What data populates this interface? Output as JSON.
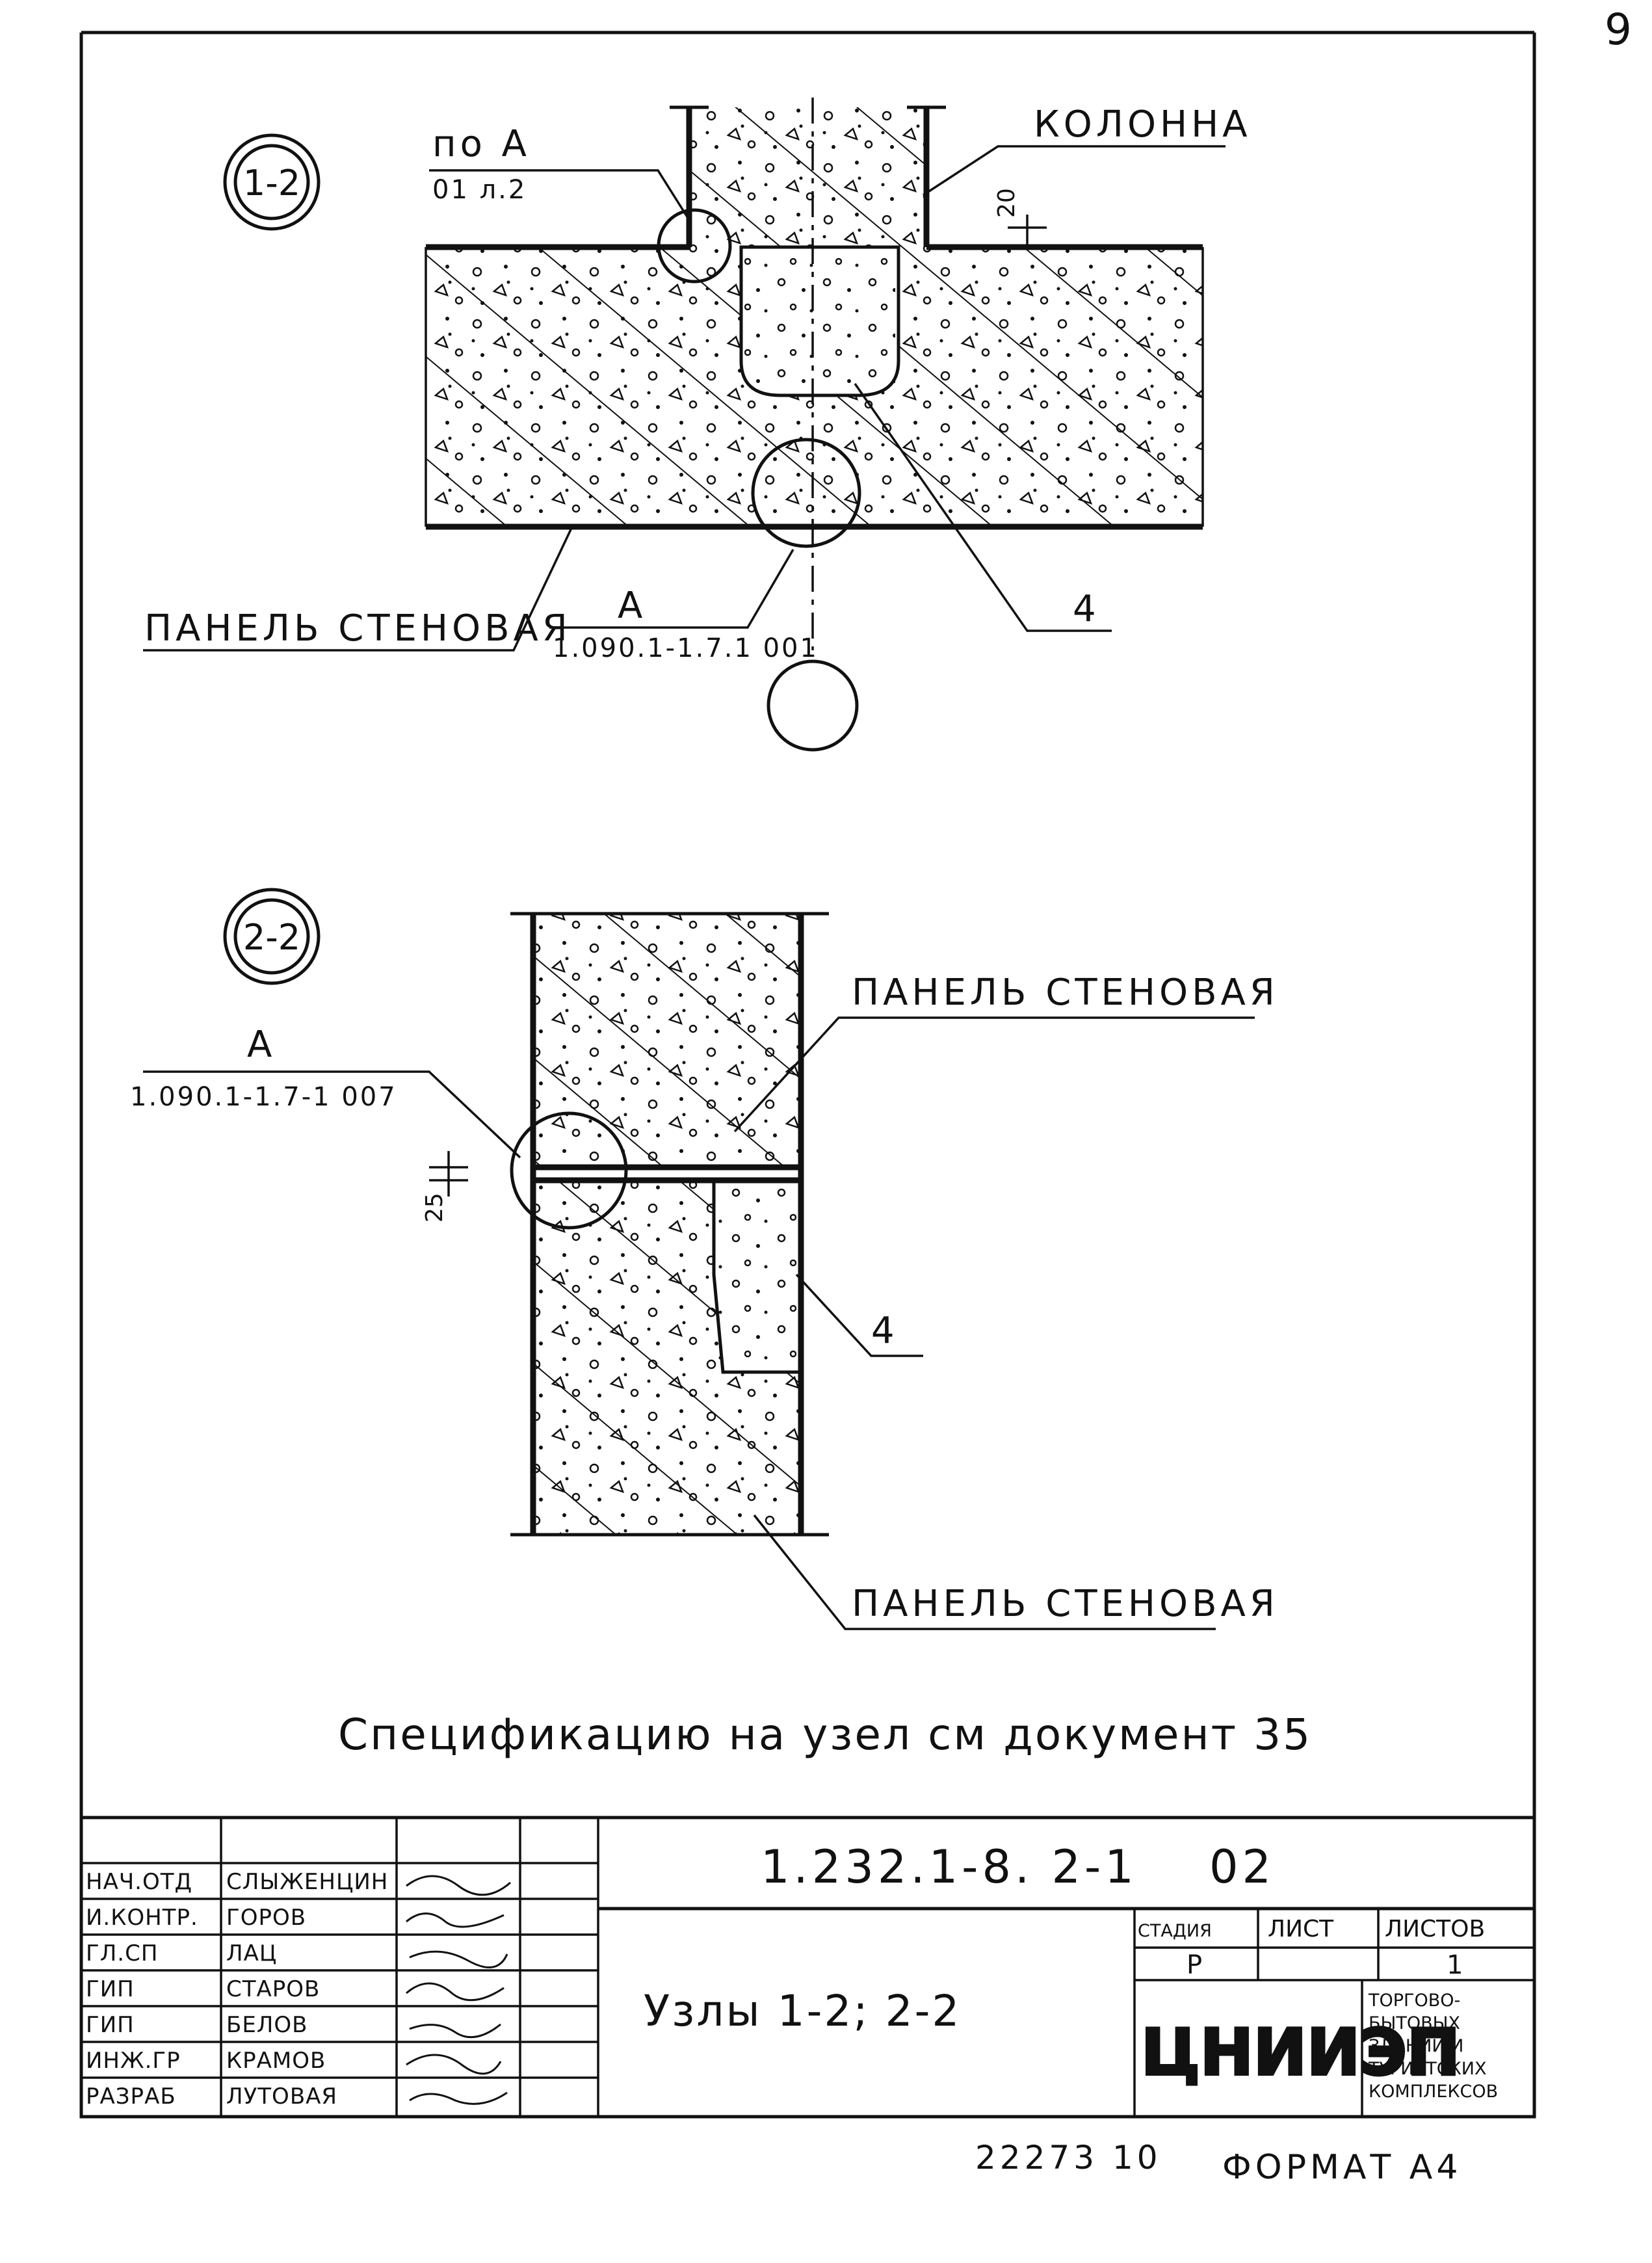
{
  "page_number": "9",
  "node_1_2": {
    "badge": "1-2",
    "ref_letter": "по А",
    "ref_sheet": "01 л.2",
    "column_label": "КОЛОННА",
    "dim_20": "20",
    "panel_label": "ПАНЕЛЬ СТЕНОВАЯ",
    "detail_letter": "А",
    "detail_doc": "1.090.1-1.7.1 001",
    "callout_4": "4"
  },
  "node_2_2": {
    "badge": "2-2",
    "detail_letter": "А",
    "detail_doc": "1.090.1-1.7-1 007",
    "dim_25": "25",
    "panel_label_top": "ПАНЕЛЬ СТЕНОВАЯ",
    "callout_4": "4",
    "panel_label_bottom": "ПАНЕЛЬ СТЕНОВАЯ"
  },
  "spec_note": "Спецификацию на узел см документ 35",
  "title_block": {
    "doc_code": "1.232.1-8. 2-1",
    "doc_suffix": "02",
    "title": "Узлы 1-2; 2-2",
    "headers": {
      "stage": "СТАДИЯ",
      "sheet": "ЛИСТ",
      "sheets": "ЛИСТОВ"
    },
    "stage": "Р",
    "sheet_no": "",
    "sheets_total": "1",
    "org_logo": "ЦНИИЭП",
    "org_text": [
      "ТОРГОВО-",
      "БЫТОВЫХ",
      "ЗДАНИЙ И",
      "ТУРИСТСКИХ",
      "КОМПЛЕКСОВ"
    ],
    "roles": [
      {
        "role": "НАЧ.ОТД",
        "name": "СЛЫЖЕНЦИН"
      },
      {
        "role": "И.КОНТР.",
        "name": "ГОРОВ"
      },
      {
        "role": "ГЛ.СП",
        "name": "ЛАЦ"
      },
      {
        "role": "ГИП",
        "name": "СТАРОВ"
      },
      {
        "role": "ГИП",
        "name": "БЕЛОВ"
      },
      {
        "role": "ИНЖ.ГР",
        "name": "КРАМОВ"
      },
      {
        "role": "РАЗРАБ",
        "name": "ЛУТОВАЯ"
      }
    ]
  },
  "footer": {
    "doc_number": "22273 10",
    "format": "ФОРМАТ А4"
  }
}
